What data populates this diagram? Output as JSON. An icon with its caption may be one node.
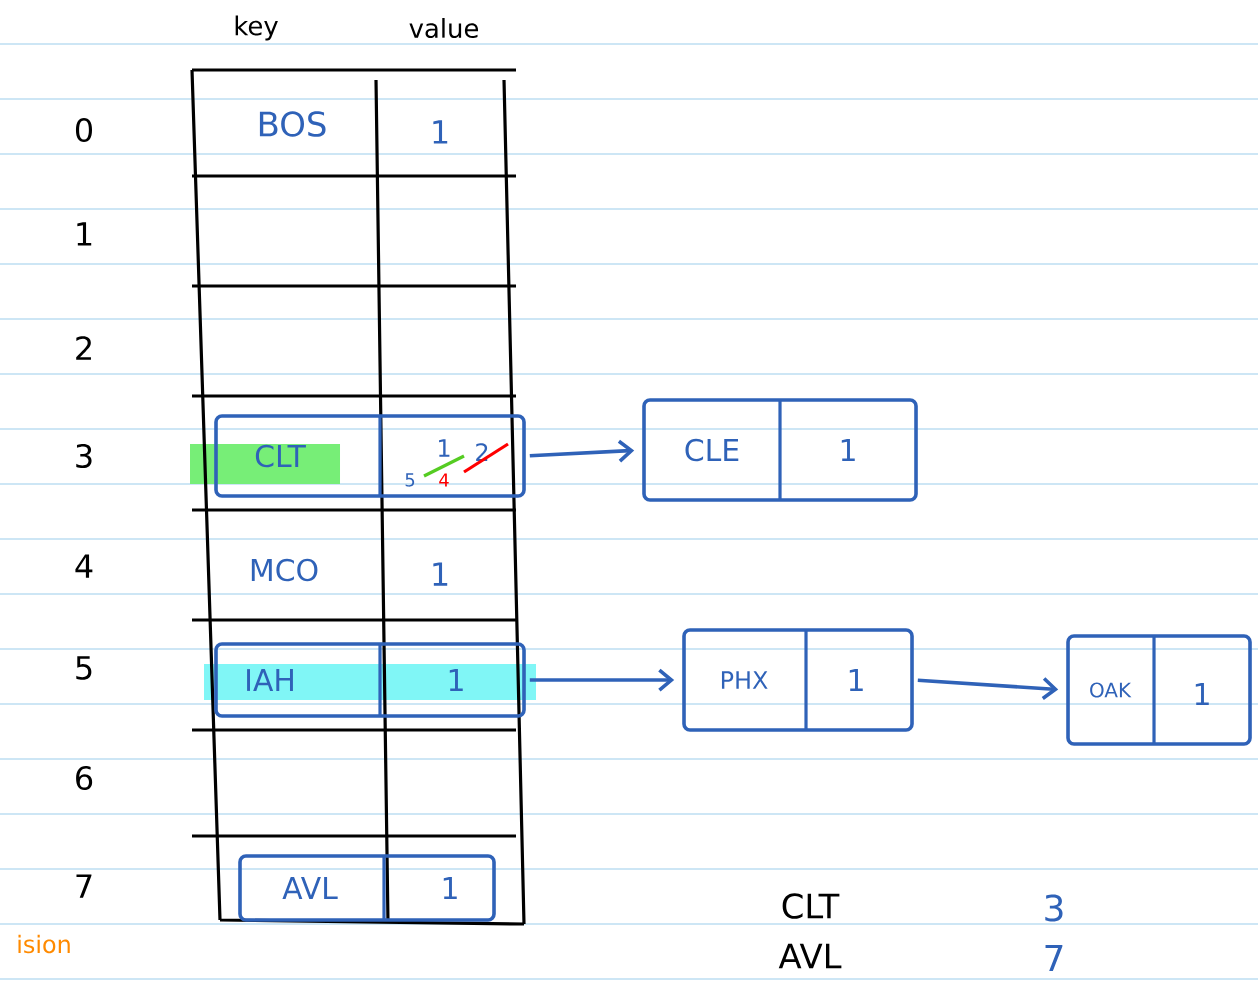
{
  "diagram": {
    "nodes": [
      {
        "text": [
          "CLT",
          "1",
          "2",
          "5",
          "4"
        ]
      },
      {
        "text": [
          "CLE",
          "1"
        ]
      },
      {
        "text": [
          "IAH",
          "1"
        ]
      },
      {
        "text": [
          "PHX",
          "1"
        ]
      },
      {
        "text": [
          "OAK",
          "1"
        ]
      },
      {
        "text": [
          "AVL",
          "1"
        ]
      }
    ],
    "edges": [
      {
        "from": 0,
        "to": 1,
        "arrow": "to"
      },
      {
        "from": 2,
        "to": 3,
        "arrow": "to"
      },
      {
        "from": 3,
        "to": 4,
        "arrow": "to"
      }
    ],
    "labels": [
      "key",
      "value",
      "0",
      "BOS",
      "1",
      "1",
      "2",
      "3",
      "4",
      "MCO",
      "1",
      "5",
      "6",
      "7",
      "CLT",
      "3",
      "AVL",
      "7",
      "ision"
    ]
  }
}
